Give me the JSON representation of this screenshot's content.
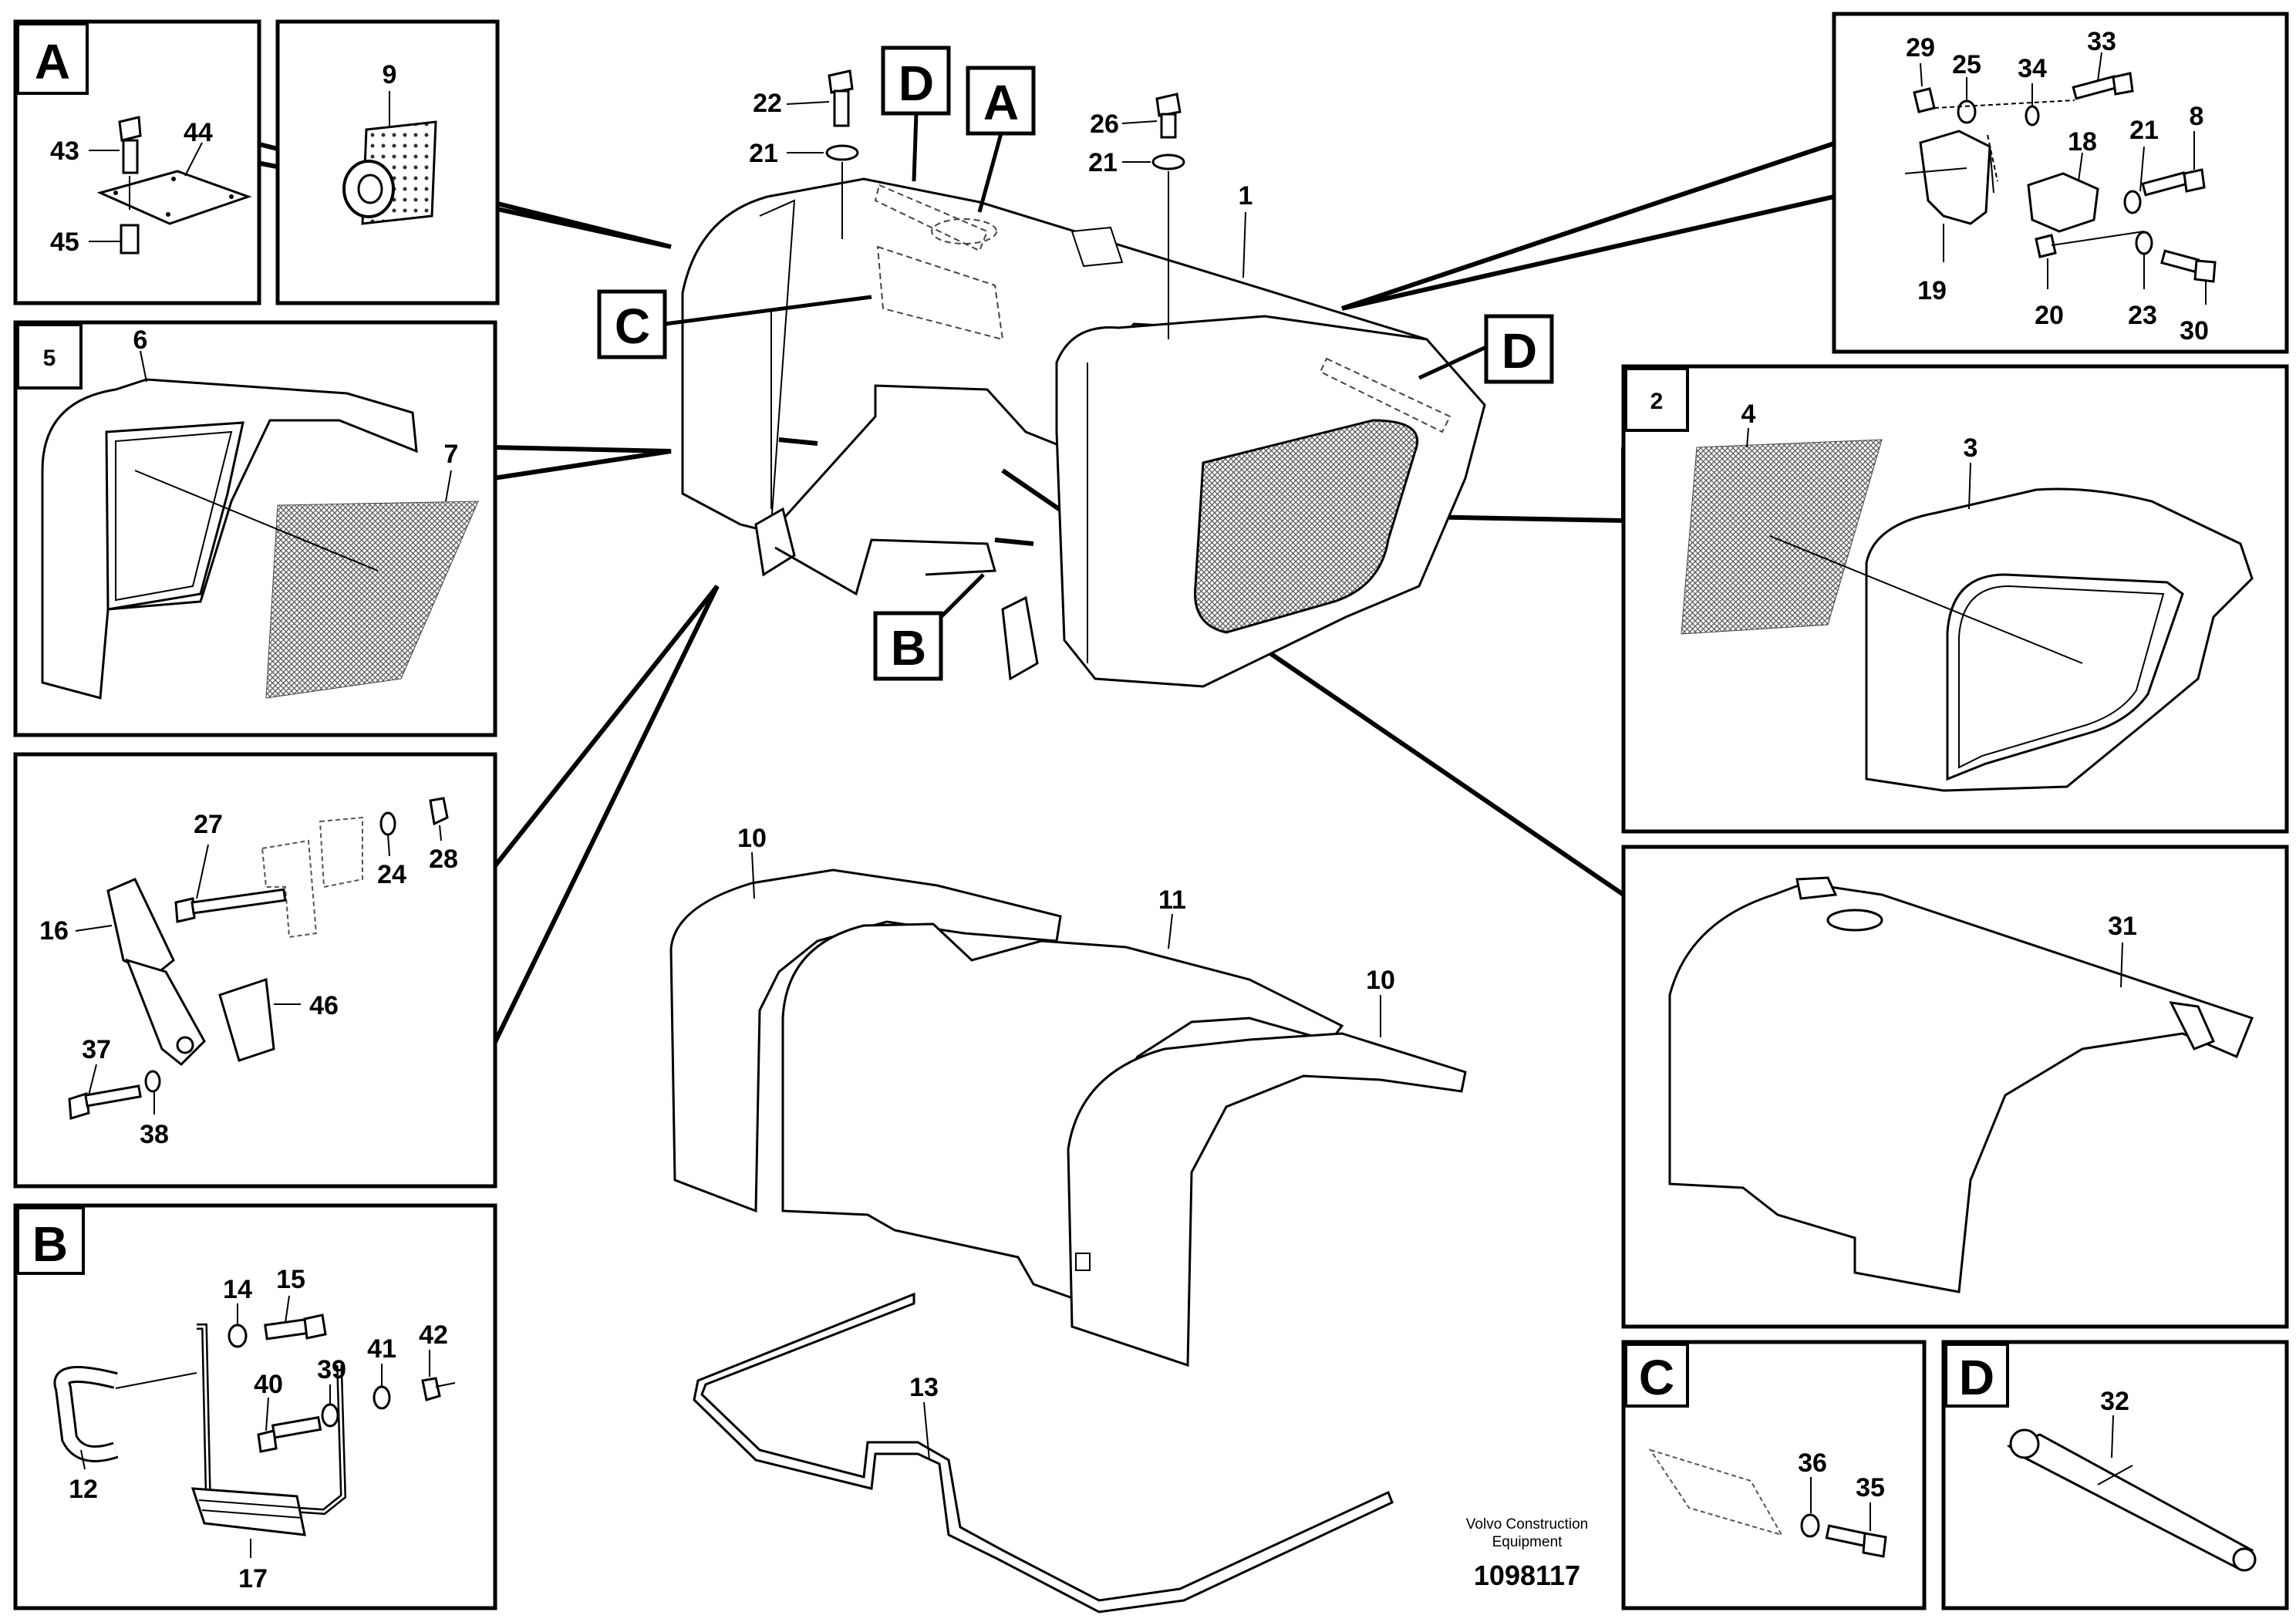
{
  "labels": {
    "A": "A",
    "B": "B",
    "C": "C",
    "D": "D",
    "n1": "1",
    "n2": "2",
    "n3": "3",
    "n4": "4",
    "n5": "5",
    "n6": "6",
    "n7": "7",
    "n8": "8",
    "n9": "9",
    "n10": "10",
    "n11": "11",
    "n12": "12",
    "n13": "13",
    "n14": "14",
    "n15": "15",
    "n16": "16",
    "n17": "17",
    "n18": "18",
    "n19": "19",
    "n20": "20",
    "n21": "21",
    "n22": "22",
    "n23": "23",
    "n24": "24",
    "n25": "25",
    "n26": "26",
    "n27": "27",
    "n28": "28",
    "n29": "29",
    "n30": "30",
    "n31": "31",
    "n32": "32",
    "n33": "33",
    "n34": "34",
    "n35": "35",
    "n36": "36",
    "n37": "37",
    "n38": "38",
    "n39": "39",
    "n40": "40",
    "n41": "41",
    "n42": "42",
    "n43": "43",
    "n44": "44",
    "n45": "45",
    "n46": "46"
  },
  "footer": {
    "company_line1": "Volvo Construction",
    "company_line2": "Equipment",
    "drawing_number": "1098117"
  }
}
